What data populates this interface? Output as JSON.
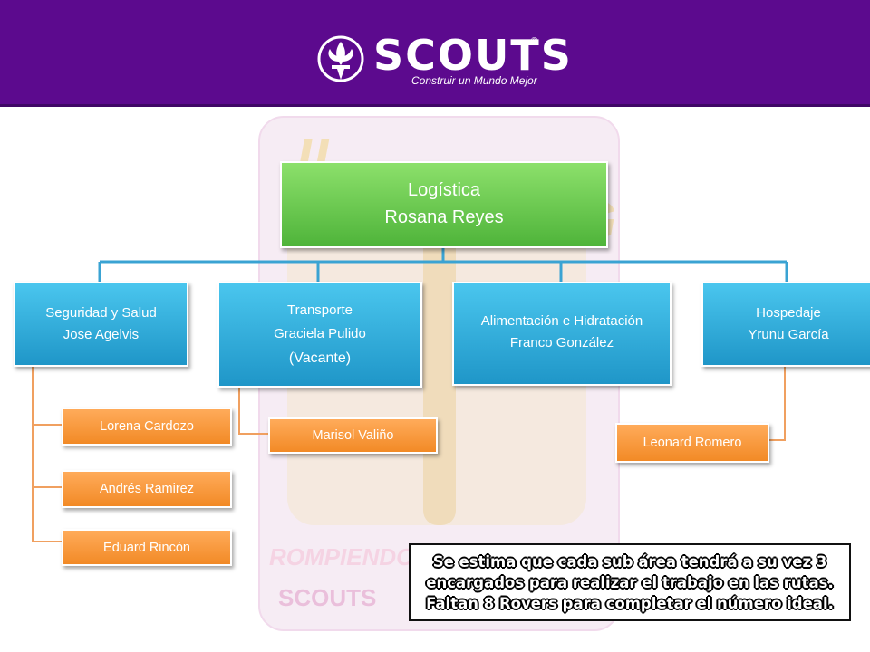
{
  "header": {
    "brand": "SCOUTS",
    "registered": "®",
    "tagline": "Construir un Mundo Mejor"
  },
  "watermark": {
    "title": "II. PARALONG",
    "band": "ROMPIENDO BARRERAS",
    "brand": "SCOUTS"
  },
  "colors": {
    "header": "#5c0a8e",
    "root": "#6fcf4e",
    "level1": "#2ba7d6",
    "level2": "#f59a3b",
    "connector_blue": "#3aa3d3",
    "connector_orange": "#f0a060"
  },
  "org": {
    "root": {
      "line1": "Logística",
      "line2": "Rosana Reyes"
    },
    "seguridad": {
      "line1": "Seguridad y Salud",
      "line2": "Jose Agelvis"
    },
    "transporte": {
      "line1": "Transporte",
      "line2": "Graciela Pulido",
      "line3": "(Vacante)"
    },
    "alimentacion": {
      "line1": "Alimentación e Hidratación",
      "line2": "Franco González"
    },
    "hospedaje": {
      "line1": "Hospedaje",
      "line2": "Yrunu García"
    },
    "seguridad_members": [
      "Lorena Cardozo",
      "Andrés Ramirez",
      "Eduard Rincón"
    ],
    "transporte_members": [
      "Marisol Valiño"
    ],
    "hospedaje_members": [
      "Leonard Romero"
    ]
  },
  "note": {
    "line1": "Se estima que cada sub área tendrá a su vez 3",
    "line2": "encargados para realizar el trabajo en las rutas.",
    "line3": "Faltan 8 Rovers para completar el número ideal."
  }
}
